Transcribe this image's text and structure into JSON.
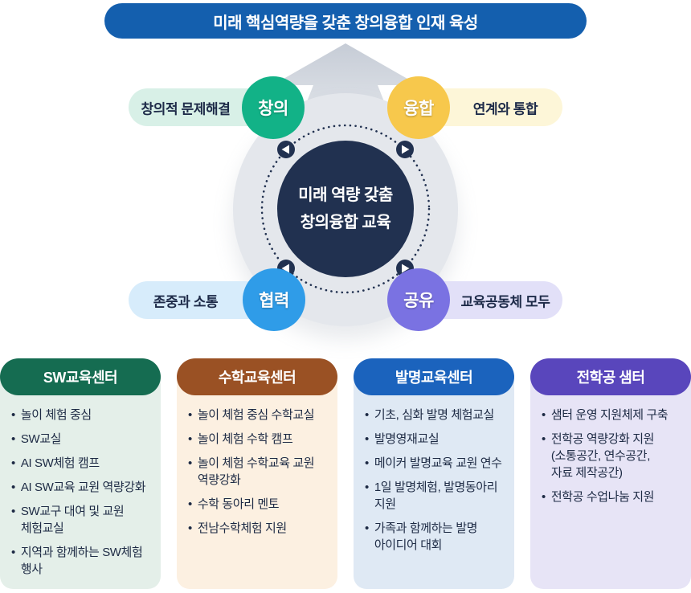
{
  "banner": {
    "title": "미래 핵심역량을 갖춘 창의융합 인재 육성",
    "bg": "#145fae"
  },
  "hub": {
    "line1": "미래 역량 갖춤",
    "line2": "창의융합 교육",
    "outer_color": "#e4e7ec",
    "core_color": "#213150"
  },
  "values": [
    {
      "label": "창의",
      "tag": "창의적 문제해결",
      "circle_color": "#12b287",
      "pill_color": "#d8f0e7"
    },
    {
      "label": "융합",
      "tag": "연계와 통합",
      "circle_color": "#f7c84c",
      "pill_color": "#fdf6d8"
    },
    {
      "label": "협력",
      "tag": "존중과 소통",
      "circle_color": "#2f9ce8",
      "pill_color": "#d7ecfb"
    },
    {
      "label": "공유",
      "tag": "교육공동체 모두",
      "circle_color": "#7a72e2",
      "pill_color": "#e2e0f8"
    }
  ],
  "cards": [
    {
      "title": "SW교육센터",
      "header_color": "#156c51",
      "body_color": "#e4efe9",
      "items": [
        "놀이 체험 중심",
        "SW교실",
        "AI SW체험 캠프",
        "AI SW교육 교원 역량강화",
        "SW교구 대여 및 교원\n체험교실",
        "지역과 함께하는 SW체험\n행사"
      ]
    },
    {
      "title": "수학교육센터",
      "header_color": "#9a5124",
      "body_color": "#fcf0e1",
      "items": [
        "놀이 체험 중심 수학교실",
        "놀이 체험 수학 캠프",
        "놀이 체험 수학교육 교원\n역량강화",
        "수학 동아리 멘토",
        "전남수학체험 지원"
      ]
    },
    {
      "title": "발명교육센터",
      "header_color": "#1b63bd",
      "body_color": "#dfe9f4",
      "items": [
        "기초, 심화 발명 체험교실",
        "발명영재교실",
        "메이커 발명교육 교원 연수",
        "1일 발명체험, 발명동아리\n지원",
        "가족과 함께하는 발명\n아이디어 대회"
      ]
    },
    {
      "title": "전학공 샘터",
      "header_color": "#5946bc",
      "body_color": "#e7e4f6",
      "items": [
        "샘터 운영 지원체제 구축",
        "전학공 역량강화 지원\n(소통공간, 연수공간,\n자료 제작공간)",
        "전학공 수업나눔 지원"
      ]
    }
  ],
  "colors": {
    "text_dark": "#1e2b49",
    "ring_navy": "#213150",
    "arrow_silver_top": "#c6ccd6",
    "arrow_silver_bottom": "#eef0f3"
  }
}
